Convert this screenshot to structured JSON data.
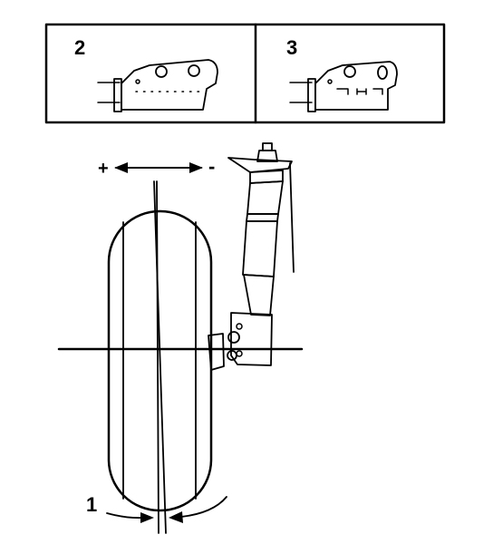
{
  "panels": [
    {
      "number": "2"
    },
    {
      "number": "3"
    }
  ],
  "callout": {
    "number": "1"
  },
  "direction": {
    "plus": "+",
    "minus": "-"
  },
  "colors": {
    "ink": "#000000",
    "paper": "#ffffff"
  }
}
